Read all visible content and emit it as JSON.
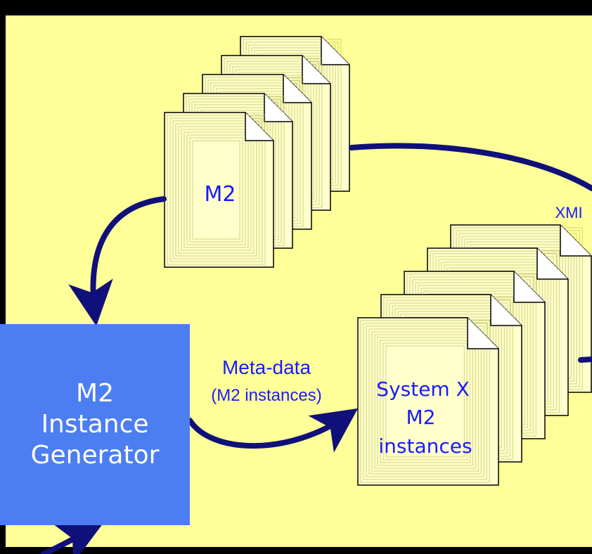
{
  "colors": {
    "outer_background": "#000000",
    "panel_background": "#ffff99",
    "page_fill": "#ffffcc",
    "page_lines": "#c8c86e",
    "arrow": "#10107a",
    "label_text": "#1a1aff",
    "generator_box": "#4c7ef2",
    "generator_text": "#ffffff"
  },
  "m2_stack": {
    "label": "M2"
  },
  "instances_stack": {
    "label_lines": [
      "System X",
      "M2",
      "instances"
    ]
  },
  "generator": {
    "label_lines": [
      "M2",
      "Instance",
      "Generator"
    ]
  },
  "labels": {
    "xmi": "XMI",
    "metadata": "Meta-data",
    "metadata_sub": "(M2 instances)"
  }
}
